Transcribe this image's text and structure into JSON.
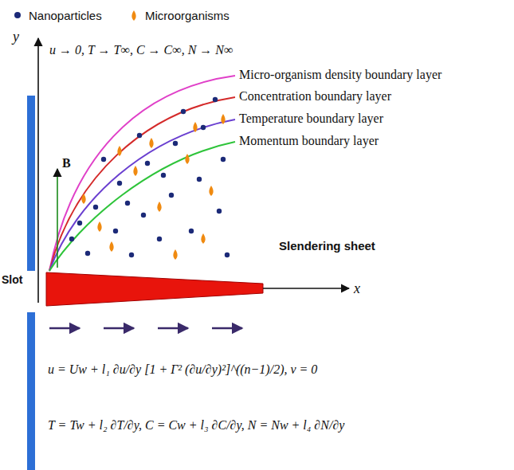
{
  "diagram": {
    "labels": [
      "y",
      "u → 0, T → T∞, C → C∞, N → N∞",
      "Micro-organism density boundary layer",
      "Concentration boundary layer",
      "Temperature boundary layer",
      "Momentum boundary layer",
      "B",
      "Slendering sheet",
      "x",
      "Slot",
      "u = Uw + l₁ ∂u/∂y [1 + Γ² (∂u/∂y)²]^((n−1)/2), v = 0",
      "T = Tw + l₂ ∂T/∂y, C = Cw + l₃ ∂C/∂y, N = Nw + l₄ ∂N/∂y"
    ],
    "legend": [
      {
        "text": "Nanoparticles"
      },
      {
        "text": "Microorganisms"
      }
    ]
  }
}
